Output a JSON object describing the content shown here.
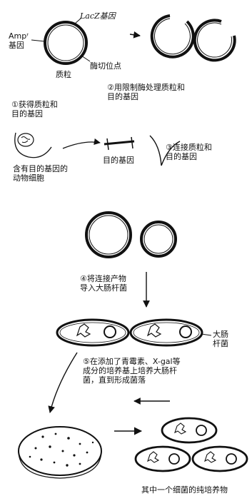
{
  "labels": {
    "amp_gene": "Ampʳ\n基因",
    "lacz_gene": "LacZ基因",
    "cut_site": "酶切位点",
    "plasmid": "质粒",
    "step2": "②用限制酶处理质粒和\n目的基因",
    "step1": "①获得质粒和\n目的基因",
    "animal_cell": "含有目的基因的\n动物细胞",
    "target_gene": "目的基因",
    "step3": "③连接质粒和\n目的基因",
    "step4": "④将连接产物\n导入大肠杆菌",
    "ecoli": "大肠\n杆菌",
    "step5": "⑤在添加了青霉素、X-gal等\n成分的培养基上培养大肠杆\n菌，直到形成菌落",
    "pure_culture": "其中一个细菌的纯培养物"
  }
}
